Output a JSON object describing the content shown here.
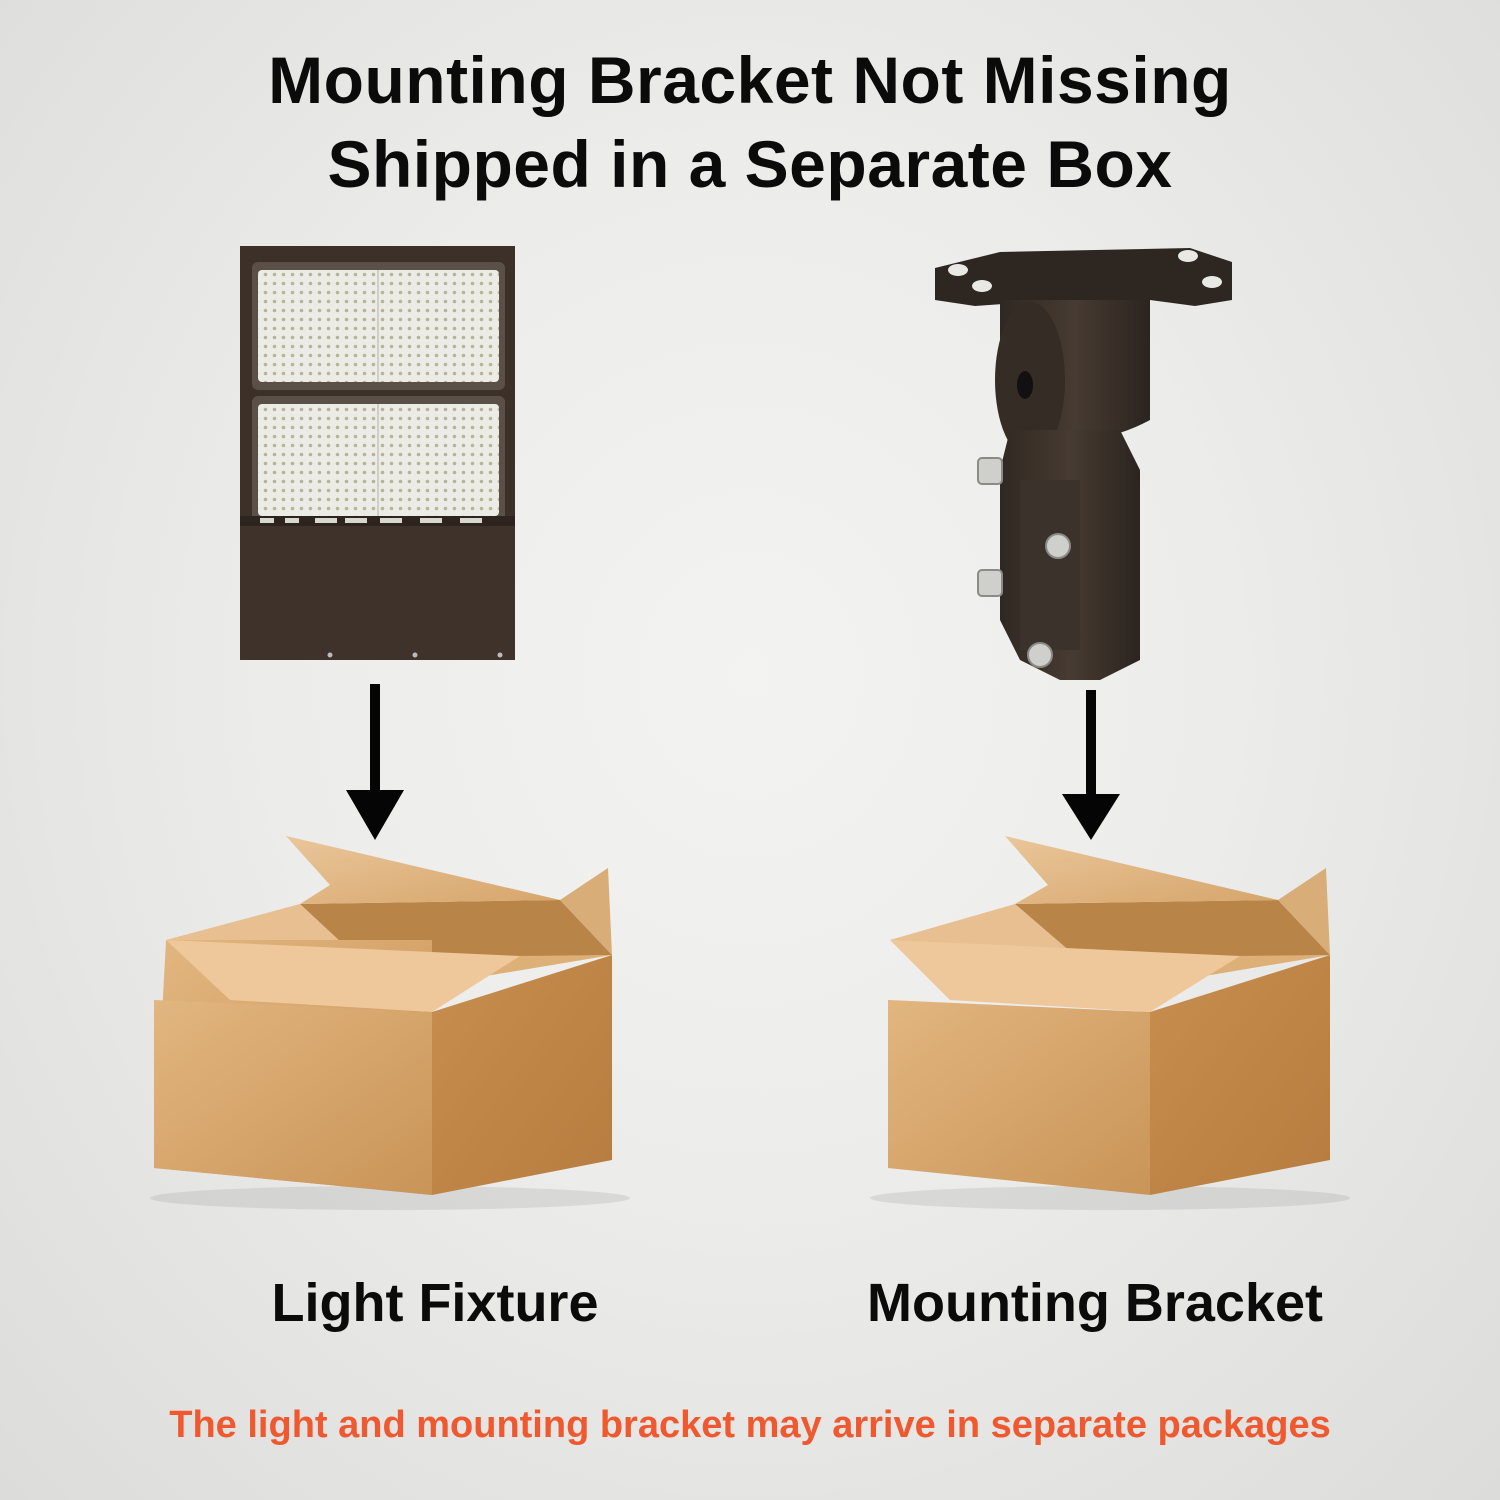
{
  "header": {
    "line1": "Mounting Bracket Not Missing",
    "line2": "Shipped in a Separate Box"
  },
  "items": [
    {
      "label": "Light Fixture"
    },
    {
      "label": "Mounting Bracket"
    }
  ],
  "footer_note": "The light and mounting bracket may arrive in separate packages",
  "colors": {
    "title": "#0b0b0b",
    "note": "#f0592f",
    "box": "#d9a86e",
    "fixture": "#3a2f28"
  }
}
